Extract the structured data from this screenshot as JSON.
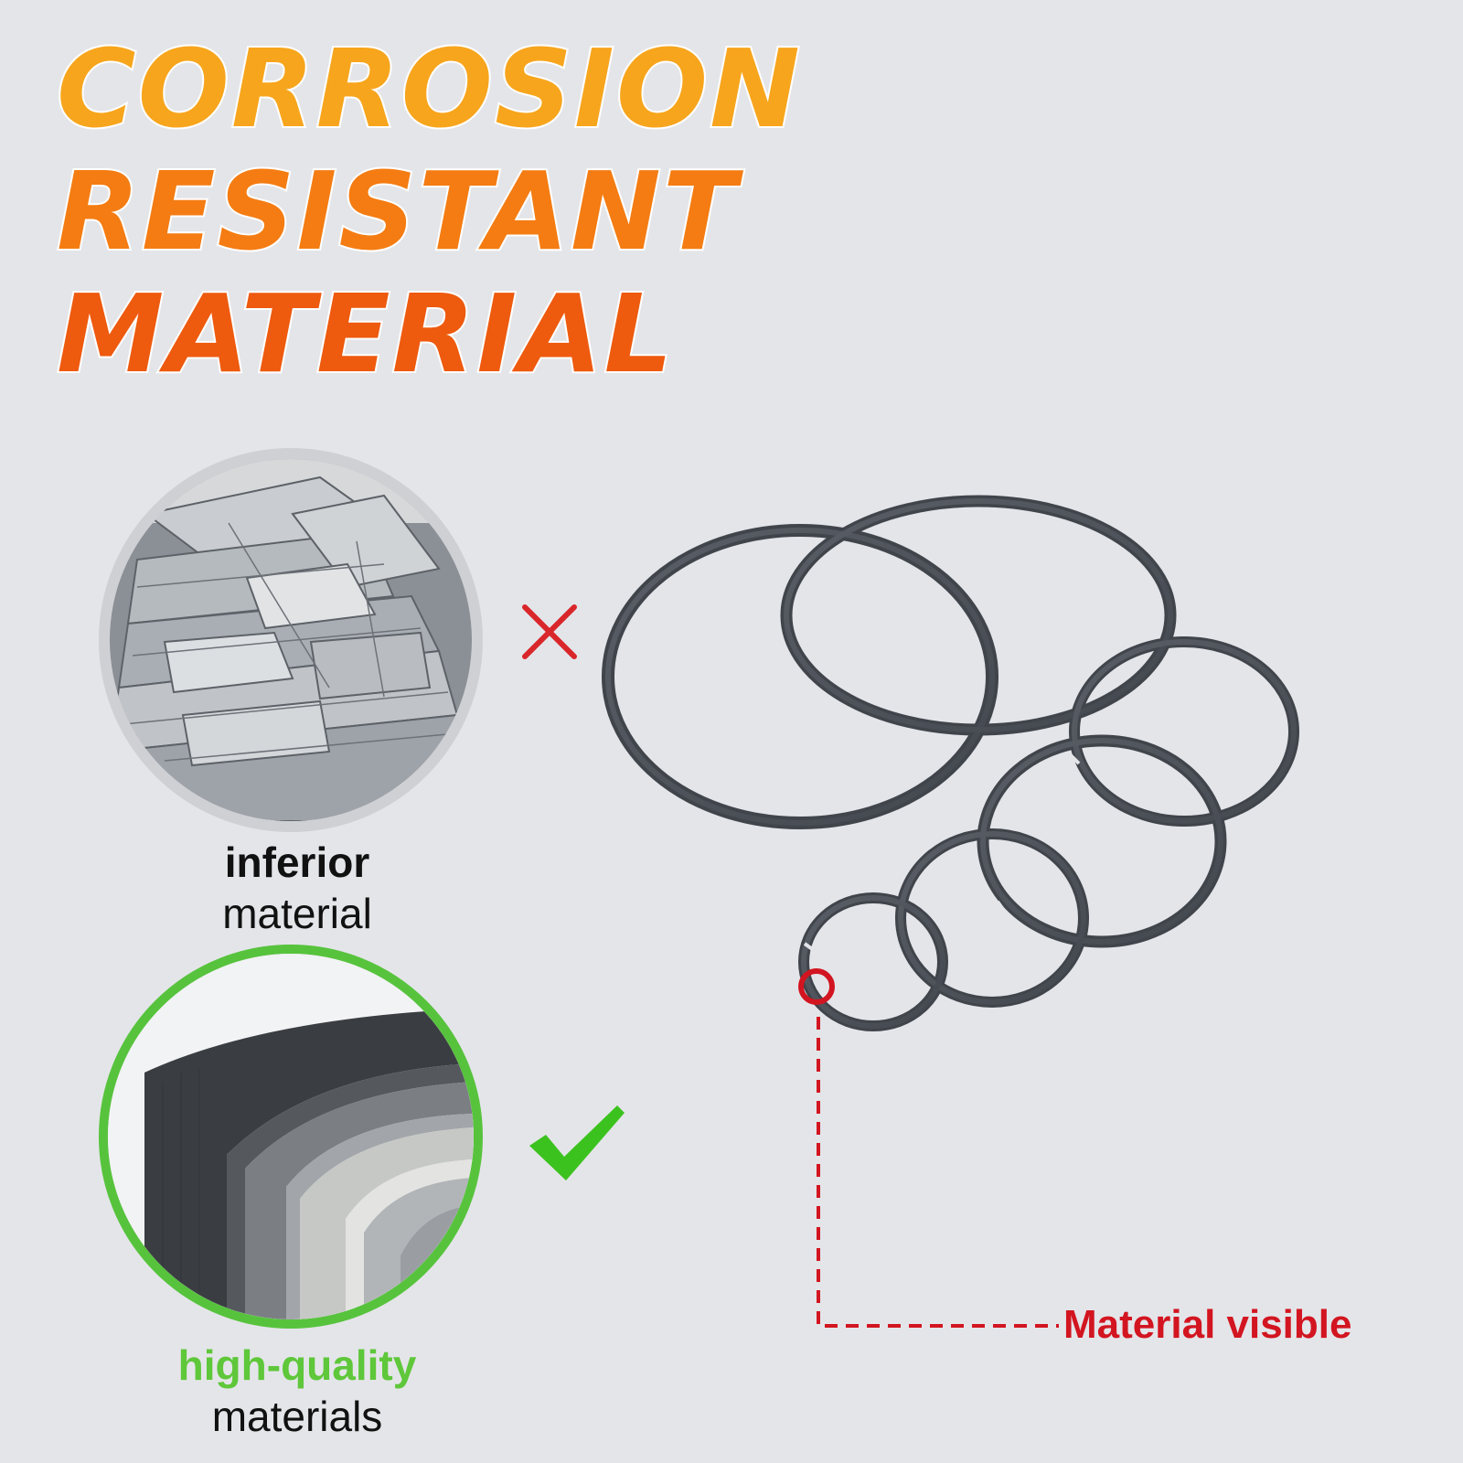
{
  "headline": {
    "line1": "CORROSION",
    "line2": "RESISTANT",
    "line3": "MATERIAL"
  },
  "inferior": {
    "title": "inferior",
    "subtitle": "material",
    "mark_icon": "cross-icon",
    "mark_color": "#d9262b"
  },
  "quality": {
    "title": "high-quality",
    "subtitle": "materials",
    "mark_icon": "check-icon",
    "mark_color": "#3cc21e"
  },
  "callout": {
    "label": "Material visible",
    "color": "#d21520"
  }
}
